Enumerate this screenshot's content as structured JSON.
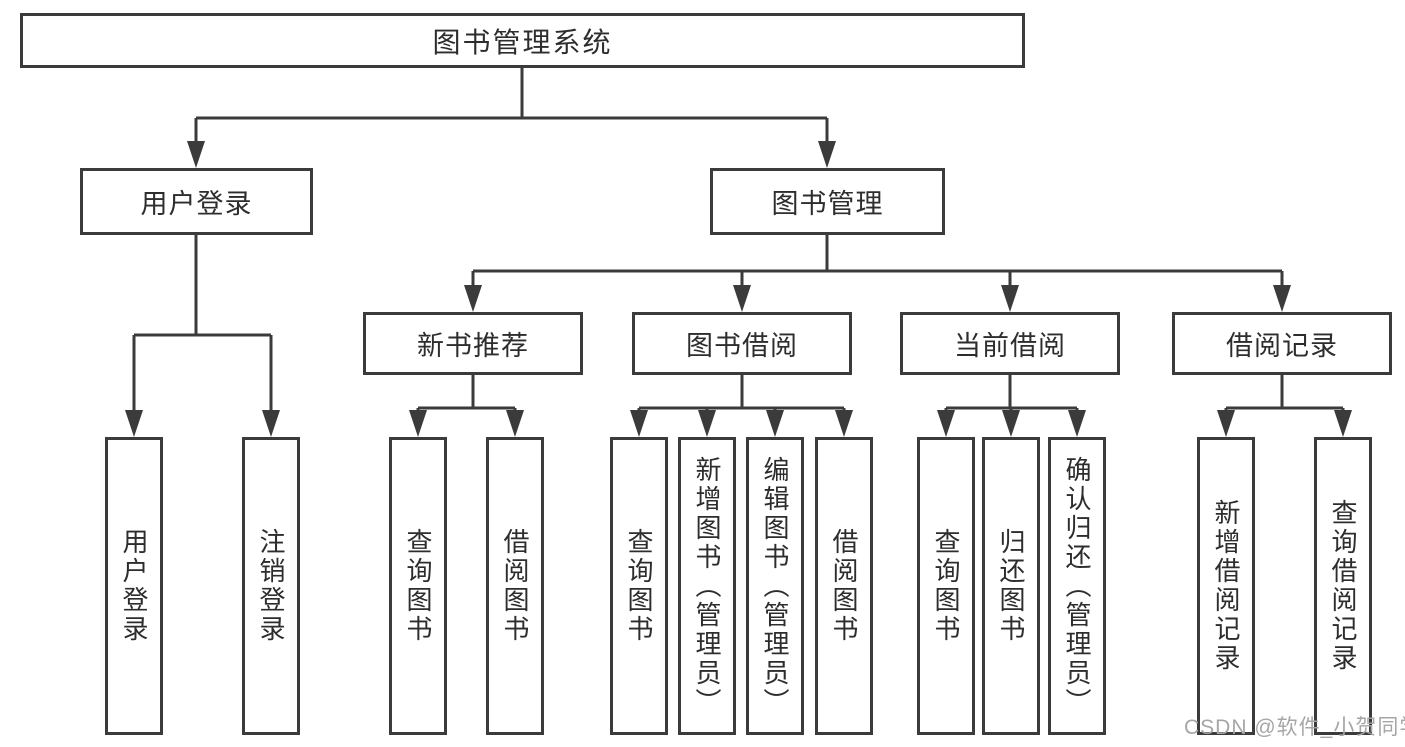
{
  "tree": {
    "label": "图书管理系统",
    "children": [
      {
        "label": "用户登录",
        "children": [
          {
            "label": "用户登录"
          },
          {
            "label": "注销登录"
          }
        ]
      },
      {
        "label": "图书管理",
        "children": [
          {
            "label": "新书推荐",
            "children": [
              {
                "label": "查询图书"
              },
              {
                "label": "借阅图书"
              }
            ]
          },
          {
            "label": "图书借阅",
            "children": [
              {
                "label": "查询图书"
              },
              {
                "label": "新增图书（管理员）"
              },
              {
                "label": "编辑图书（管理员）"
              },
              {
                "label": "借阅图书"
              }
            ]
          },
          {
            "label": "当前借阅",
            "children": [
              {
                "label": "查询图书"
              },
              {
                "label": "归还图书"
              },
              {
                "label": "确认归还（管理员）"
              }
            ]
          },
          {
            "label": "借阅记录",
            "children": [
              {
                "label": "新增借阅记录"
              },
              {
                "label": "查询借阅记录"
              }
            ]
          }
        ]
      }
    ]
  },
  "watermark": {
    "text": "CSDN @软件_小贺同学"
  },
  "colors": {
    "line": "#3b3b3b",
    "text": "#2d2d2d",
    "background": "#ffffff",
    "watermark": "#a6a6a6"
  }
}
